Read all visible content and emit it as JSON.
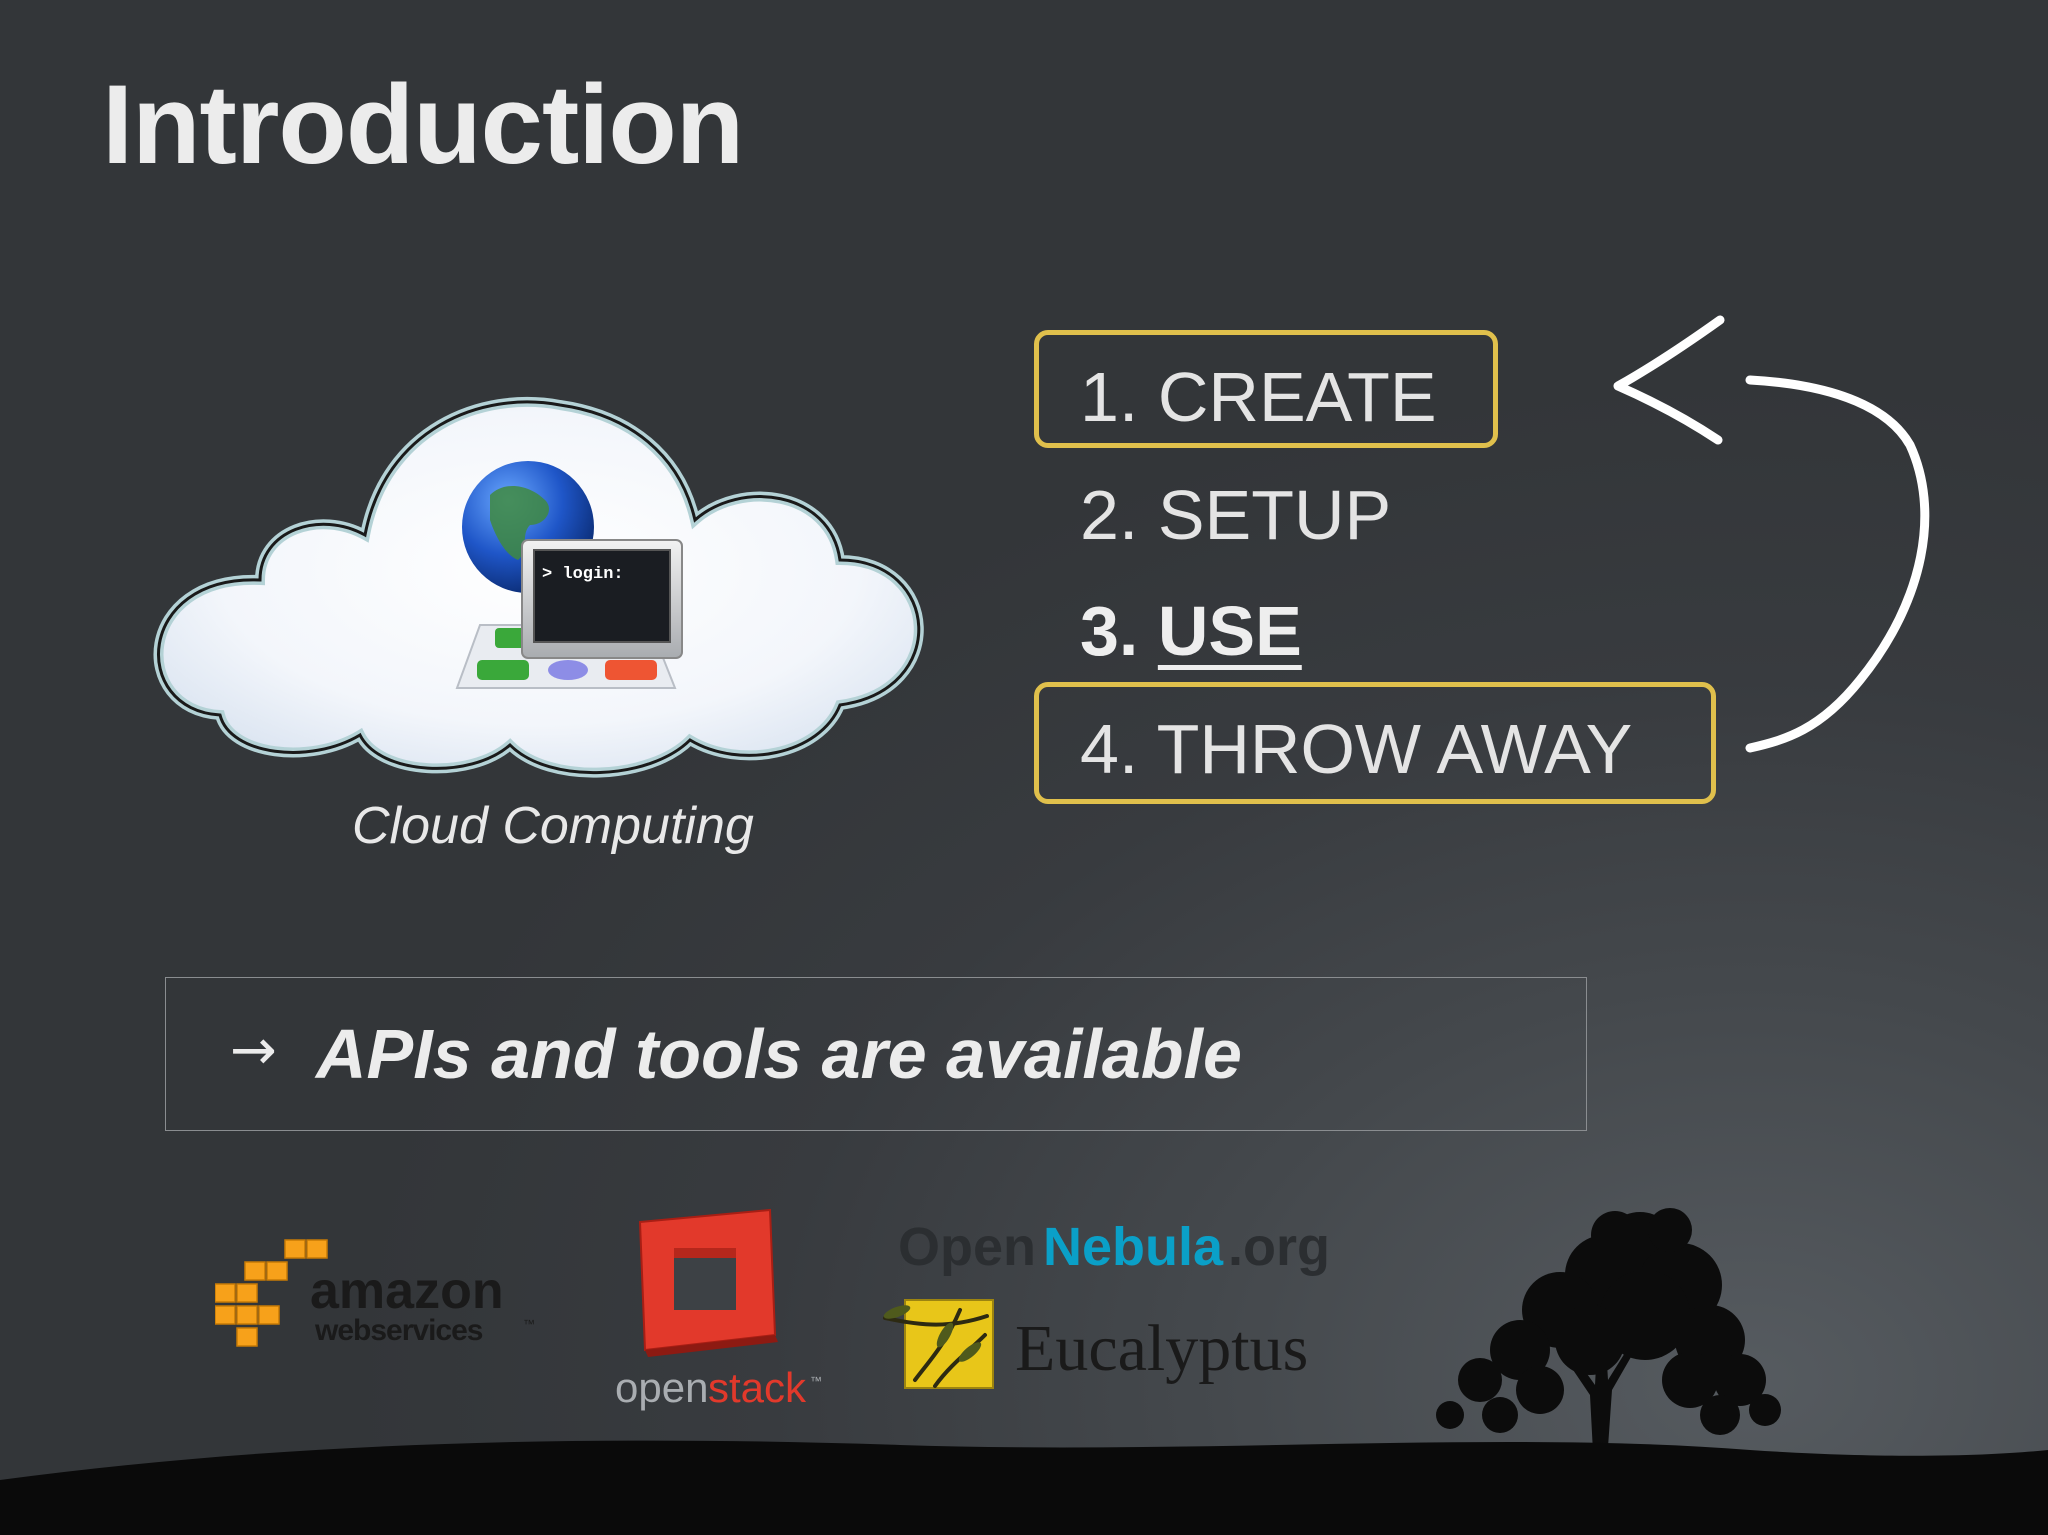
{
  "slide": {
    "title": "Introduction",
    "caption": "Cloud Computing",
    "terminal_prompt": "> login:"
  },
  "steps": [
    {
      "number": "1.",
      "label": "CREATE",
      "highlighted": true
    },
    {
      "number": "2.",
      "label": "SETUP",
      "highlighted": false
    },
    {
      "number": "3.",
      "label": "USE",
      "highlighted": false,
      "emphasis": "bold-underline"
    },
    {
      "number": "4.",
      "label": "THROW AWAY",
      "highlighted": true
    }
  ],
  "note": {
    "arrow": "→",
    "text": "APIs and tools are available"
  },
  "logos": {
    "aws": {
      "line1": "amazon",
      "line2": "webservices",
      "tm": "™"
    },
    "openstack": {
      "part1": "open",
      "part2": "stack",
      "tm": "™"
    },
    "opennebula": {
      "part1": "Open",
      "part2": "Nebula",
      "part3": ".org"
    },
    "eucalyptus": {
      "name": "Eucalyptus"
    }
  },
  "colors": {
    "highlight_border": "#e0c04c",
    "aws_orange": "#f7a11a",
    "openstack_red": "#e2392b",
    "opennebula_blue": "#0aa0c8",
    "eucalyptus_yellow": "#e8c619"
  },
  "icons": [
    "cloud-computing-illustration",
    "globe-icon",
    "monitor-icon",
    "loop-back-arrow-icon",
    "tree-silhouette"
  ]
}
